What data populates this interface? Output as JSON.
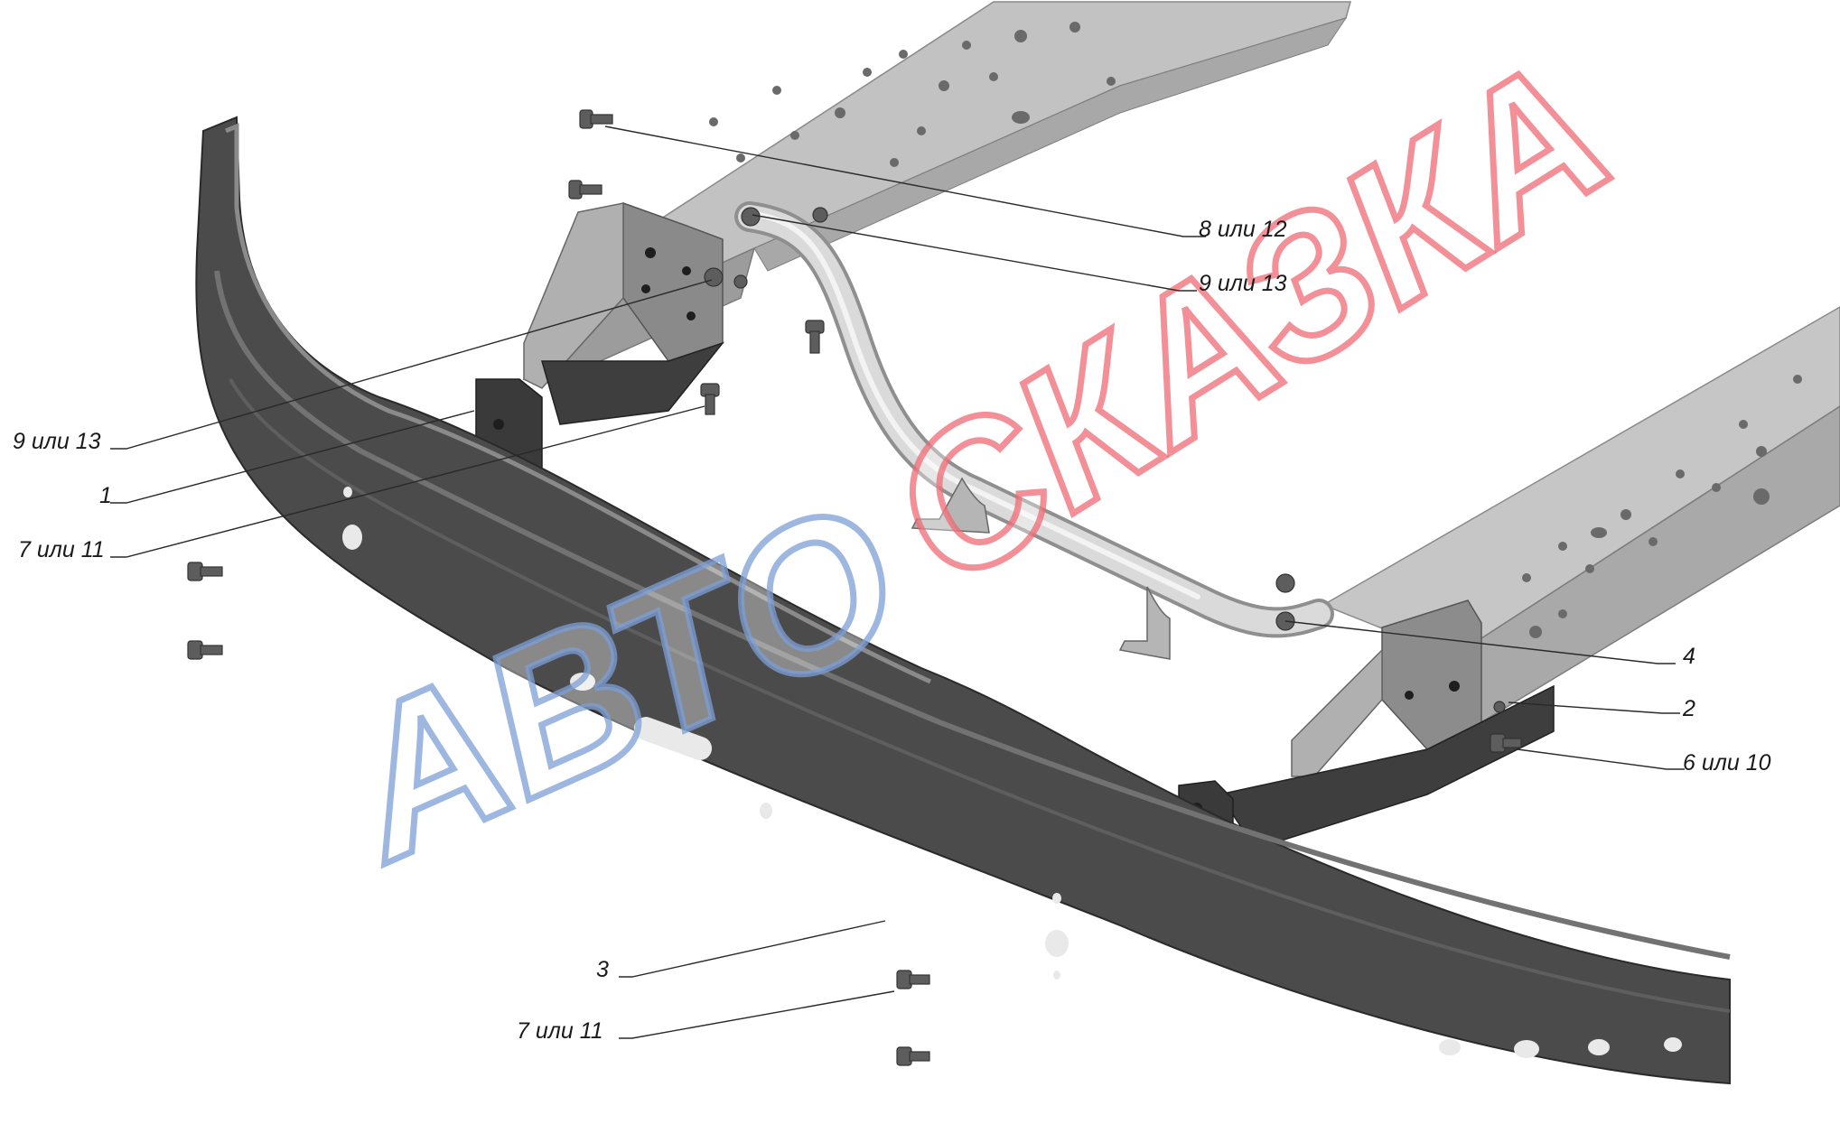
{
  "callouts": [
    {
      "id": "c1",
      "label": "8 или 12"
    },
    {
      "id": "c2",
      "label": "9 или 13"
    },
    {
      "id": "c3",
      "label": "9 или 13"
    },
    {
      "id": "c4",
      "label": "1"
    },
    {
      "id": "c5",
      "label": "7 или 11"
    },
    {
      "id": "c6",
      "label": "4"
    },
    {
      "id": "c7",
      "label": "2"
    },
    {
      "id": "c8",
      "label": "6 или 10"
    },
    {
      "id": "c9",
      "label": "3"
    },
    {
      "id": "c10",
      "label": "7 или 11"
    }
  ],
  "watermark": {
    "word1": "АВТО",
    "word2": "СКАЗКА",
    "color1": "#7d9fd6",
    "color2": "#ef6b74"
  },
  "colors": {
    "frame_light": "#b4b4b4",
    "frame_mid": "#8e8e8e",
    "crossmember_dark": "#4a4a4a",
    "bracket_dark": "#3c3c3c",
    "pipe": "#d2d2d2",
    "bolt": "#5a5a5a"
  }
}
